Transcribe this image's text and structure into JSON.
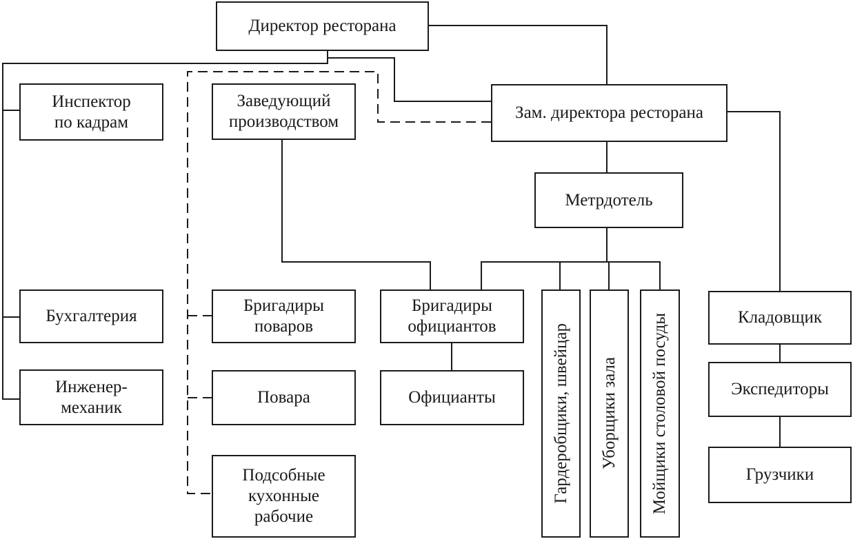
{
  "nodes": {
    "director": {
      "label": "Директор ресторана"
    },
    "deputy": {
      "label": "Зам. директора ресторана"
    },
    "hr_inspector": {
      "label_lines": [
        "Инспектор",
        "по кадрам"
      ]
    },
    "production_head": {
      "label_lines": [
        "Заведующий",
        "производством"
      ]
    },
    "maitre": {
      "label": "Метрдотель"
    },
    "accounting": {
      "label": "Бухгалтерия"
    },
    "engineer": {
      "label_lines": [
        "Инженер-",
        "механик"
      ]
    },
    "cook_foremen": {
      "label_lines": [
        "Бригадиры",
        "поваров"
      ]
    },
    "cooks": {
      "label": "Повара"
    },
    "kitchen_helpers": {
      "label_lines": [
        "Подсобные",
        "кухонные",
        "рабочие"
      ]
    },
    "waiter_foremen": {
      "label_lines": [
        "Бригадиры",
        "официантов"
      ]
    },
    "waiters": {
      "label": "Официанты"
    },
    "cloakroom": {
      "label": "Гардеробщики, швейцар"
    },
    "cleaners": {
      "label": "Уборщики зала"
    },
    "dishwashers": {
      "label": "Мойщики столовой посуды"
    },
    "storekeeper": {
      "label": "Кладовщик"
    },
    "forwarders": {
      "label": "Экспедиторы"
    },
    "loaders": {
      "label": "Грузчики"
    }
  }
}
